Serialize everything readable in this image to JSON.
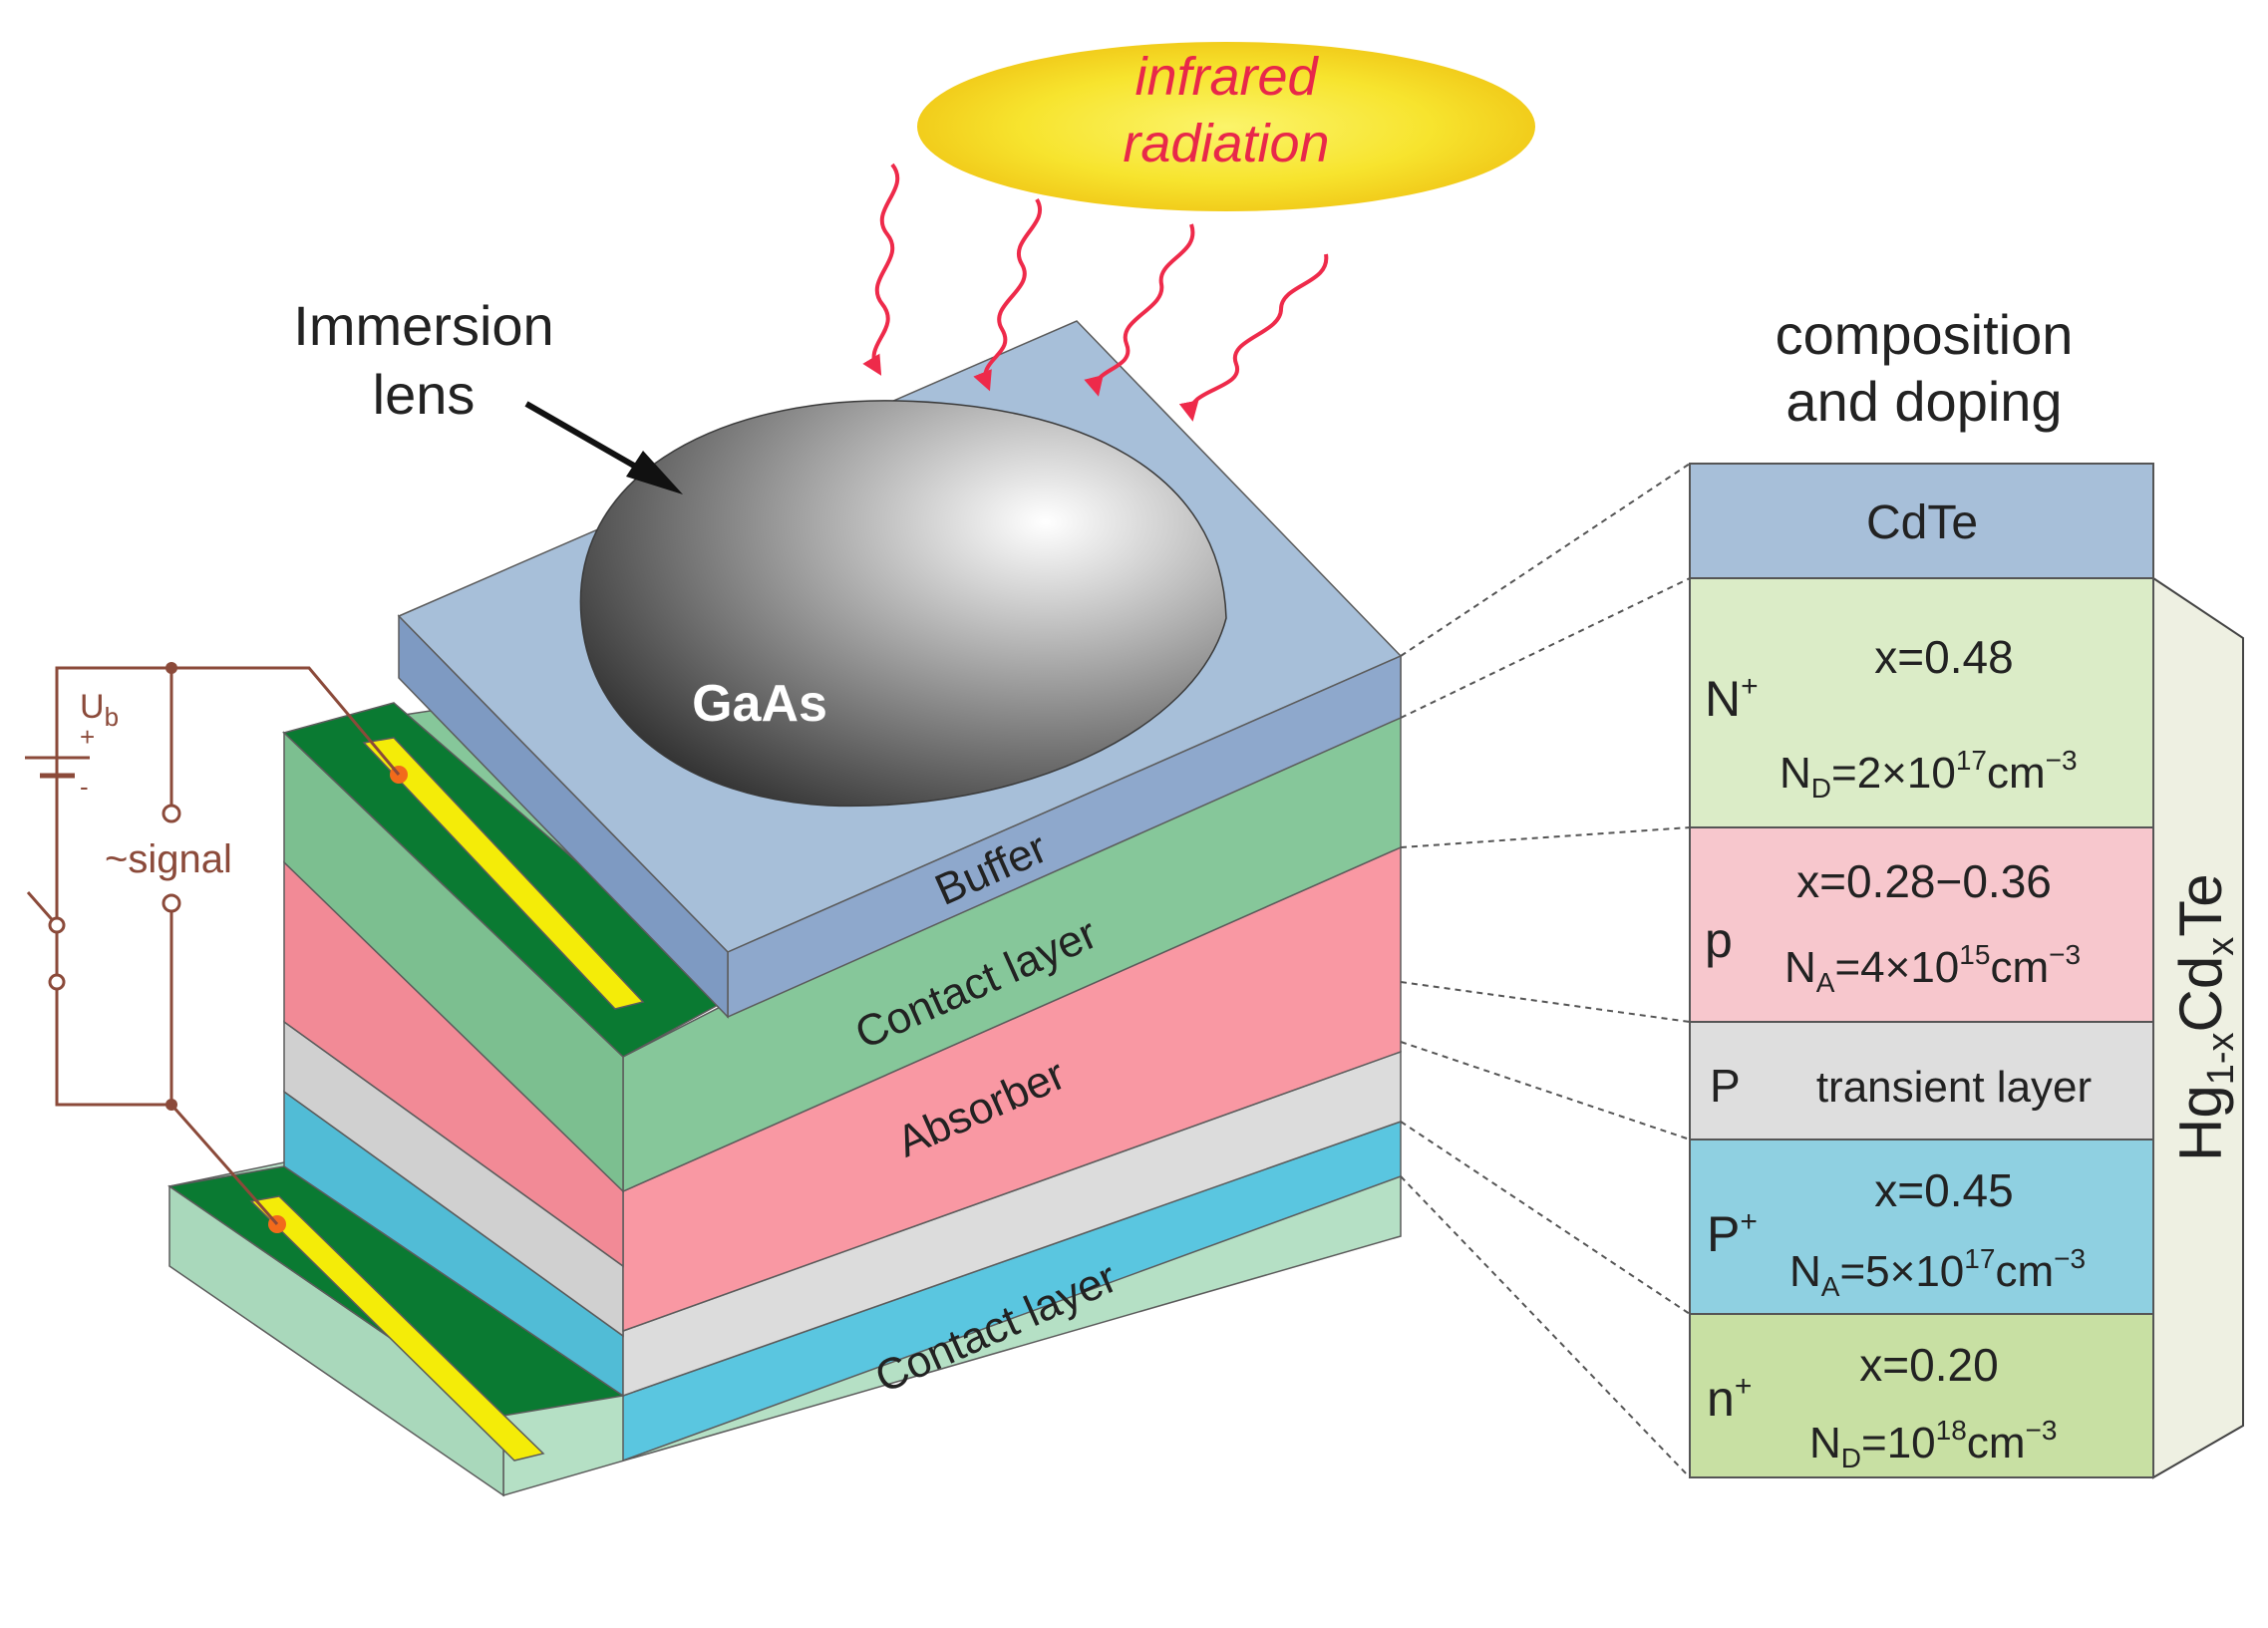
{
  "radiation": {
    "line1": "infrared",
    "line2": "radiation"
  },
  "lens": {
    "line1": "Immersion",
    "line2": "lens",
    "material": "GaAs"
  },
  "stack_labels": {
    "buffer": "Buffer",
    "contact_top": "Contact layer",
    "absorber": "Absorber",
    "contact_bottom": "Contact layer"
  },
  "circuit": {
    "bias_base": "U",
    "bias_sub": "b",
    "plus": "+",
    "minus": "-",
    "signal": "~signal"
  },
  "panel": {
    "heading_line1": "composition",
    "heading_line2": "and doping",
    "material": {
      "base1": "Hg",
      "sub1": "1-x",
      "base2": "Cd",
      "sub2": "x",
      "base3": "Te"
    },
    "layers": [
      {
        "label": "CdTe"
      },
      {
        "type_base": "N",
        "type_sup": "+",
        "composition": "x=0.48",
        "dop_base": "N",
        "dop_sub": "D",
        "dop_val": "=2×10",
        "dop_exp": "17",
        "dop_unit": "cm",
        "unit_exp": "−3"
      },
      {
        "type_base": "p",
        "type_sup": "",
        "composition": "x=0.28−0.36",
        "dop_base": "N",
        "dop_sub": "A",
        "dop_val": "=4×10",
        "dop_exp": "15",
        "dop_unit": "cm",
        "unit_exp": "−3"
      },
      {
        "type_base": "P",
        "label": "transient layer"
      },
      {
        "type_base": "P",
        "type_sup": "+",
        "composition": "x=0.45",
        "dop_base": "N",
        "dop_sub": "A",
        "dop_val": "=5×10",
        "dop_exp": "17",
        "dop_unit": "cm",
        "unit_exp": "−3"
      },
      {
        "type_base": "n",
        "type_sup": "+",
        "composition": "x=0.20",
        "dop_base": "N",
        "dop_sub": "D",
        "dop_val": "=10",
        "dop_exp": "18",
        "dop_unit": "cm",
        "unit_exp": "−3"
      }
    ]
  },
  "colors": {
    "cdte": "#a7bfd9",
    "n_plus": "#dbecc7",
    "p_abs": "#f7c7cd",
    "transient": "#dedede",
    "p_plus": "#8fd0e1",
    "n_bottom": "#c8e0a3",
    "contact_green": "#86c79a",
    "absorber_pink": "#f998a3",
    "cyan": "#5ac6e0",
    "pad_green": "#0a7a32",
    "pad_yellow": "#f4ec08",
    "arrow_red": "#ee2a4a",
    "text_red": "#e8284a",
    "circuit": "#8b4a3a"
  }
}
